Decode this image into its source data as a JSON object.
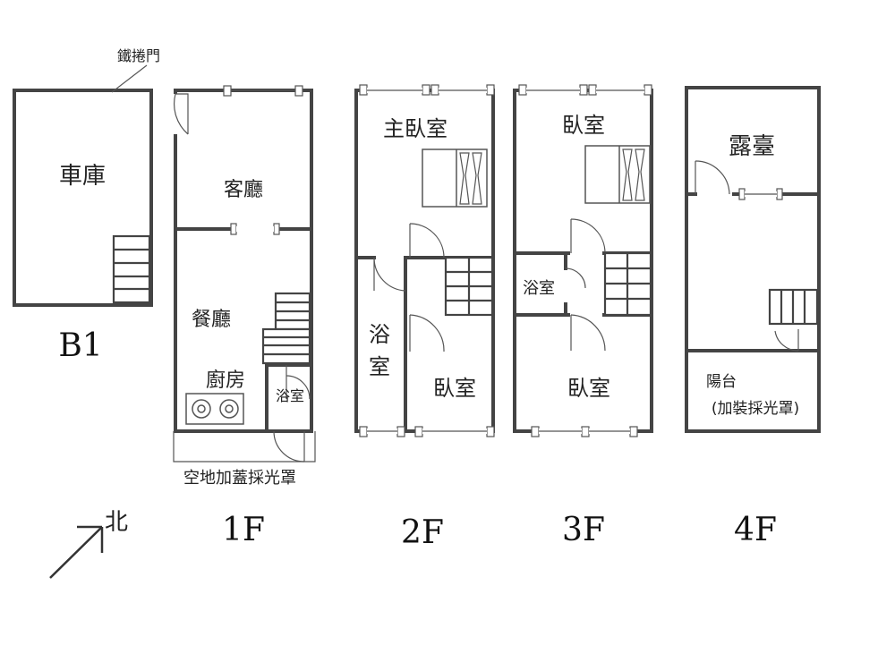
{
  "rooms": {
    "b1_garage": "車庫",
    "b1_rolling_door": "鐵捲門",
    "f1_living": "客廳",
    "f1_dining": "餐廳",
    "f1_kitchen": "廚房",
    "f1_bath": "浴室",
    "f1_skylight": "空地加蓋採光罩",
    "f2_master": "主臥室",
    "f2_bath_top": "浴",
    "f2_bath_bottom": "室",
    "f2_bedroom": "臥室",
    "f3_bedroom_top": "臥室",
    "f3_bath": "浴室",
    "f3_bedroom_bottom": "臥室",
    "f4_terrace": "露臺",
    "f4_balcony": "陽台",
    "f4_skylight": "(加裝採光罩)"
  },
  "floors": {
    "b1": "B1",
    "f1": "1F",
    "f2": "2F",
    "f3": "3F",
    "f4": "4F"
  },
  "compass": {
    "north": "北"
  }
}
